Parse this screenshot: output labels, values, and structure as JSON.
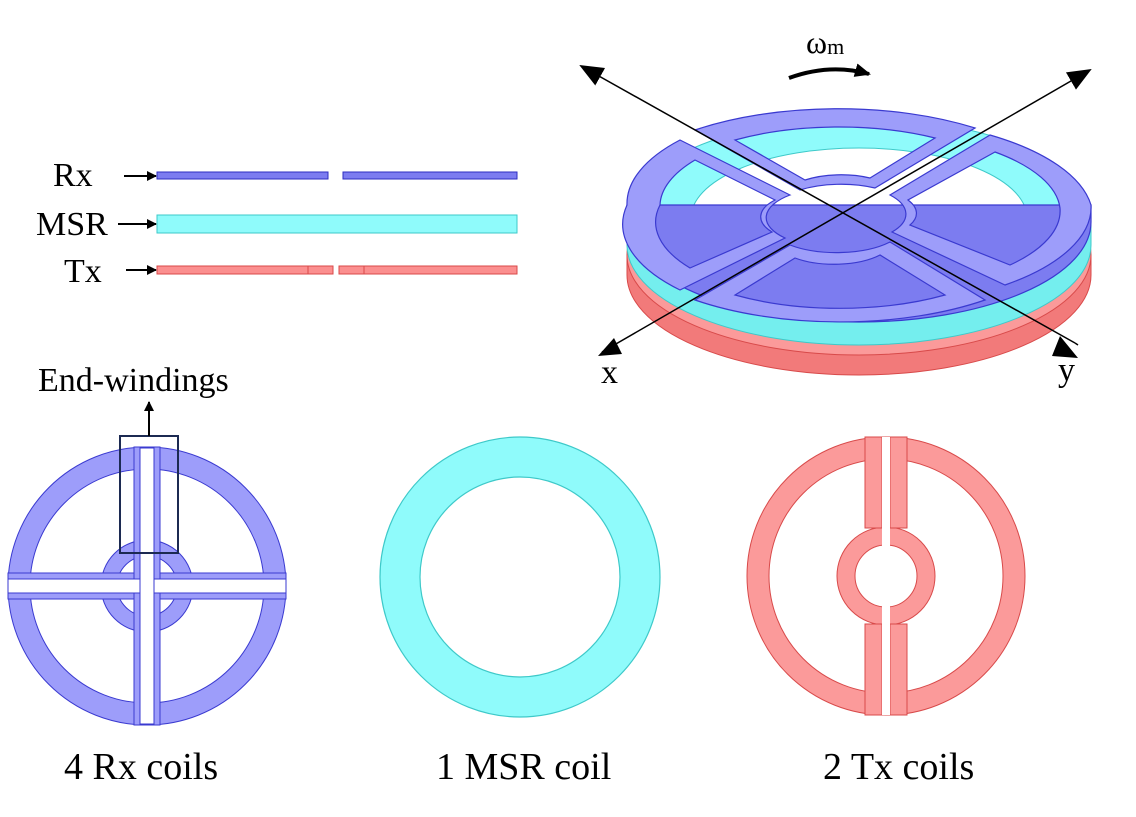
{
  "labels": {
    "rx": "Rx",
    "msr": "MSR",
    "tx": "Tx",
    "omega_symbol": "ω",
    "omega_subscript": "m",
    "axis_x": "x",
    "axis_y": "y",
    "end_windings": "End-windings"
  },
  "captions": {
    "rx_coils": "4 Rx coils",
    "msr_coil": "1 MSR coil",
    "tx_coils": "2 Tx coils"
  },
  "colors": {
    "rx": "#9d9dfa",
    "rx_edge": "#3a3ad0",
    "msr": "#8ffbfb",
    "msr_edge": "#3ec9c9",
    "tx": "#fb9a9a",
    "tx_edge": "#d84a4a",
    "end_box": "#1c2a52"
  }
}
